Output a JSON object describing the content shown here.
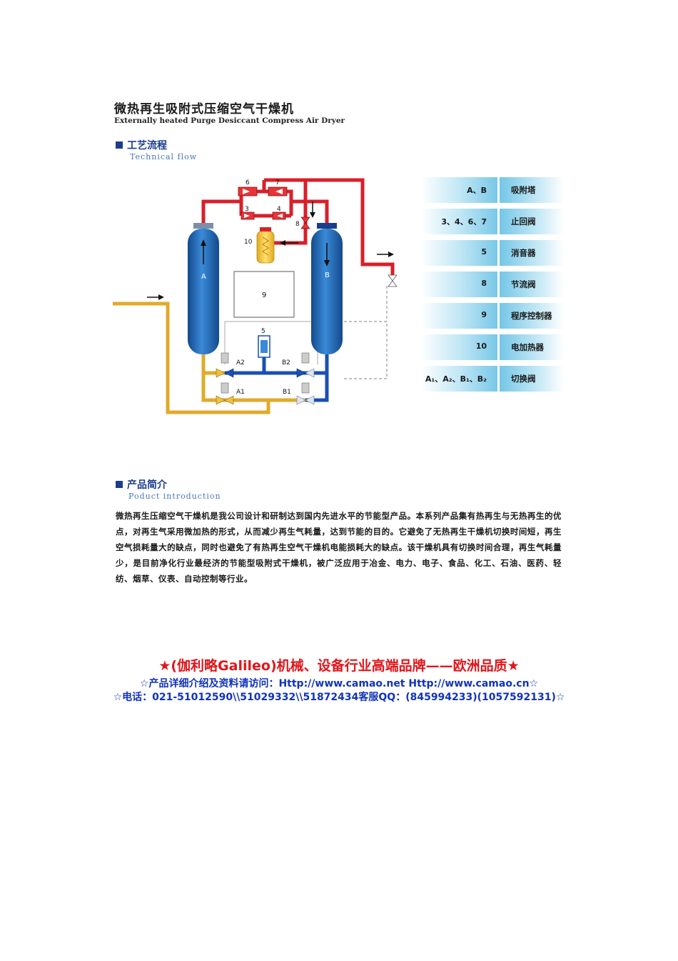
{
  "header": {
    "title_cn": "微热再生吸附式压缩空气干燥机",
    "title_en": "Externally heated Purge Desiccant Compress Air Dryer"
  },
  "sections": {
    "flow": {
      "title": "工艺流程",
      "subtitle": "Technical flow"
    },
    "intro": {
      "title": "产品简介",
      "subtitle": "Poduct introduction"
    }
  },
  "diagram": {
    "labels": {
      "v6": "6",
      "v7": "7",
      "v3": "3",
      "v4": "4",
      "v8": "8",
      "heater": "10",
      "tower_a": "A",
      "tower_b": "B",
      "controller": "9",
      "muffler": "5",
      "a2": "A2",
      "b2": "B2",
      "a1": "A1",
      "b1": "B1"
    },
    "colors": {
      "hot": "#d8202a",
      "dry": "#1a4fb5",
      "wet": "#e0ab2c",
      "tower": "#1e66b8",
      "heater": "#f2cc3a"
    }
  },
  "legend": [
    {
      "key": "A、B",
      "value": "吸附塔"
    },
    {
      "key": "3、4、6、7",
      "value": "止回阀"
    },
    {
      "key": "5",
      "value": "消音器"
    },
    {
      "key": "8",
      "value": "节流阀"
    },
    {
      "key": "9",
      "value": "程序控制器"
    },
    {
      "key": "10",
      "value": "电加热器"
    },
    {
      "key": "A₁、A₂、B₁、B₂",
      "value": "切换阀"
    }
  ],
  "intro_text": "微热再生压缩空气干燥机是我公司设计和研制达到国内先进水平的节能型产品。本系列产品集有热再生与无热再生的优点，对再生气采用微加热的形式，从而减少再生气耗量，达到节能的目的。它避免了无热再生干燥机切换时间短，再生空气损耗量大的缺点，同时也避免了有热再生空气干燥机电能损耗大的缺点。该干燥机具有切换时间合理，再生气耗量少，是目前净化行业最经济的节能型吸附式干燥机，被广泛应用于冶金、电力、电子、食品、化工、石油、医药、轻纺、烟草、仪表、自动控制等行业。",
  "footer": {
    "line1": "★(伽利略Galileo)机械、设备行业高端品牌——欧洲品质★",
    "line2": "☆产品详细介绍及资料请访问：Http://www.camao.net Http://www.camao.cn☆",
    "line3": "☆电话：021-51012590\\\\51029332\\\\51872434客服QQ：(845994233)(1057592131)☆"
  }
}
